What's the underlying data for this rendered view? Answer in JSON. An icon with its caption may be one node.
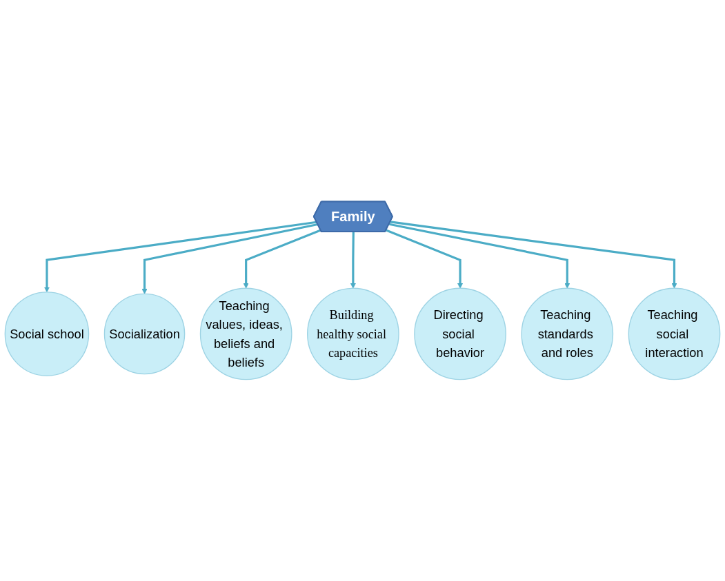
{
  "diagram": {
    "nodes": [
      {
        "text": [
          "Family"
        ]
      },
      {
        "text": [
          "Social school"
        ]
      },
      {
        "text": [
          "Socialization"
        ]
      },
      {
        "text": [
          "Teaching values, ideas, beliefs and beliefs"
        ]
      },
      {
        "text": [
          "Building healthy social capacities"
        ]
      },
      {
        "text": [
          "Directing social behavior"
        ]
      },
      {
        "text": [
          "Teaching standards and roles"
        ]
      },
      {
        "text": [
          "Teaching social interaction"
        ]
      }
    ],
    "edges": [
      {
        "from": 0,
        "to": 1,
        "arrow": "to"
      },
      {
        "from": 0,
        "to": 2,
        "arrow": "to"
      },
      {
        "from": 0,
        "to": 3,
        "arrow": "to"
      },
      {
        "from": 0,
        "to": 4,
        "arrow": "to"
      },
      {
        "from": 0,
        "to": 5,
        "arrow": "to"
      },
      {
        "from": 0,
        "to": 6,
        "arrow": "to"
      },
      {
        "from": 0,
        "to": 7,
        "arrow": "to"
      }
    ]
  }
}
